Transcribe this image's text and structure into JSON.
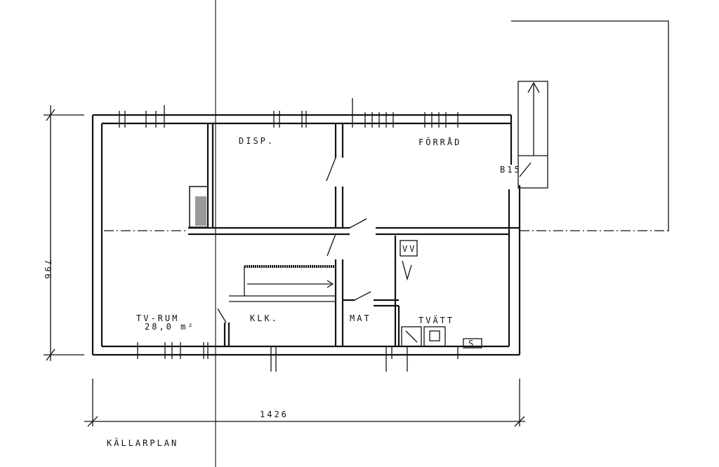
{
  "rooms": {
    "disp": "DISP.",
    "forrad": "FÖRRÅD",
    "b15": "B15",
    "vv": "VV",
    "tv_rum": "TV-RUM",
    "tv_rum_area": "28,0 m²",
    "klk": "KLK.",
    "mat": "MAT",
    "tvatt": "TVÄTT",
    "s": "S"
  },
  "dimensions": {
    "height": "796",
    "width": "1426"
  },
  "title": "KÄLLARPLAN"
}
